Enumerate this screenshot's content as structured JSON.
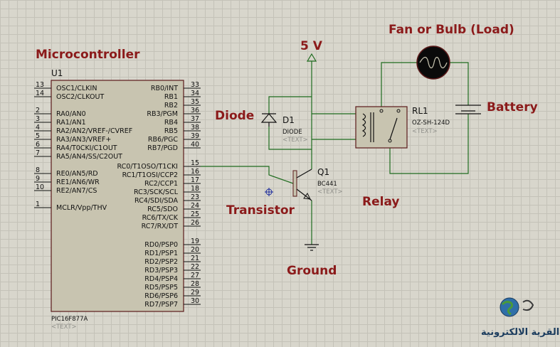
{
  "labels": {
    "microcontroller": "Microcontroller",
    "five_volt": "5 V",
    "fan_or_bulb": "Fan or Bulb (Load)",
    "diode": "Diode",
    "battery": "Battery",
    "transistor": "Transistor",
    "relay": "Relay",
    "ground": "Ground"
  },
  "mcu": {
    "ref": "U1",
    "part": "PIC16F877A",
    "text": "<TEXT>",
    "left_pins": [
      {
        "num": "13",
        "name": "OSC1/CLKIN"
      },
      {
        "num": "14",
        "name": "OSC2/CLKOUT"
      },
      {
        "num": "2",
        "name": "RA0/AN0"
      },
      {
        "num": "3",
        "name": "RA1/AN1"
      },
      {
        "num": "4",
        "name": "RA2/AN2/VREF-/CVREF"
      },
      {
        "num": "5",
        "name": "RA3/AN3/VREF+"
      },
      {
        "num": "6",
        "name": "RA4/T0CKI/C1OUT"
      },
      {
        "num": "7",
        "name": "RA5/AN4/SS/C2OUT"
      },
      {
        "num": "8",
        "name": "RE0/AN5/RD"
      },
      {
        "num": "9",
        "name": "RE1/AN6/WR"
      },
      {
        "num": "10",
        "name": "RE2/AN7/CS"
      },
      {
        "num": "1",
        "name": "MCLR/Vpp/THV"
      }
    ],
    "right_pins": [
      {
        "num": "33",
        "name": "RB0/INT"
      },
      {
        "num": "34",
        "name": "RB1"
      },
      {
        "num": "35",
        "name": "RB2"
      },
      {
        "num": "36",
        "name": "RB3/PGM"
      },
      {
        "num": "37",
        "name": "RB4"
      },
      {
        "num": "38",
        "name": "RB5"
      },
      {
        "num": "39",
        "name": "RB6/PGC"
      },
      {
        "num": "40",
        "name": "RB7/PGD"
      },
      {
        "num": "15",
        "name": "RC0/T1OSO/T1CKI"
      },
      {
        "num": "16",
        "name": "RC1/T1OSI/CCP2"
      },
      {
        "num": "17",
        "name": "RC2/CCP1"
      },
      {
        "num": "18",
        "name": "RC3/SCK/SCL"
      },
      {
        "num": "23",
        "name": "RC4/SDI/SDA"
      },
      {
        "num": "24",
        "name": "RC5/SDO"
      },
      {
        "num": "25",
        "name": "RC6/TX/CK"
      },
      {
        "num": "26",
        "name": "RC7/RX/DT"
      },
      {
        "num": "19",
        "name": "RD0/PSP0"
      },
      {
        "num": "20",
        "name": "RD1/PSP1"
      },
      {
        "num": "21",
        "name": "RD2/PSP2"
      },
      {
        "num": "22",
        "name": "RD3/PSP3"
      },
      {
        "num": "27",
        "name": "RD4/PSP4"
      },
      {
        "num": "28",
        "name": "RD5/PSP5"
      },
      {
        "num": "29",
        "name": "RD6/PSP6"
      },
      {
        "num": "30",
        "name": "RD7/PSP7"
      }
    ]
  },
  "diode": {
    "ref": "D1",
    "part": "DIODE",
    "text": "<TEXT>"
  },
  "transistor": {
    "ref": "Q1",
    "part": "BC441",
    "text": "<TEXT>"
  },
  "relay": {
    "ref": "RL1",
    "part": "OZ-SH-124D",
    "text": "<TEXT>"
  },
  "logo": {
    "text": "القرية الالكترونية"
  }
}
